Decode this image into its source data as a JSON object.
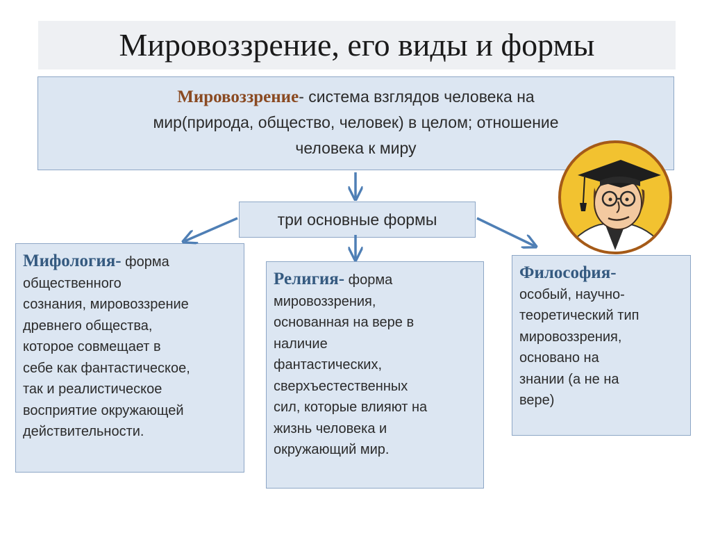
{
  "title": "Мировоззрение, его виды и формы",
  "definition": {
    "term": "Мировоззрение",
    "text_lines": [
      "- система взглядов человека на",
      "мир(природа, общество, человек) в целом; отношение",
      "человека к миру"
    ]
  },
  "forms_label": "три основные формы",
  "forms": [
    {
      "term": "Мифология-",
      "lines": [
        " форма",
        "общественного",
        "сознания, мировоззрение",
        "древнего общества,",
        "которое совмещает в",
        "себе как фантастическое,",
        "так и реалистическое",
        "восприятие окружающей",
        "действительности."
      ]
    },
    {
      "term": "Религия-",
      "lines": [
        " форма",
        "мировоззрения,",
        "основанная на вере в",
        "наличие",
        "фантастических,",
        "сверхъестественных",
        "сил, которые влияют на",
        "жизнь человека и",
        "окружающий мир."
      ]
    },
    {
      "term": "Философия-",
      "lines": [
        "особый, научно-",
        "теоретический тип",
        "мировоззрения,",
        "основано на",
        "знании (а не на",
        "вере)"
      ]
    }
  ],
  "colors": {
    "box_fill": "#dce6f2",
    "box_border": "#8da6c6",
    "arrow": "#4f7fb5",
    "definition_term": "#8a4a22",
    "form_term": "#355a80"
  },
  "icons": [
    "professor-portrait-icon"
  ]
}
